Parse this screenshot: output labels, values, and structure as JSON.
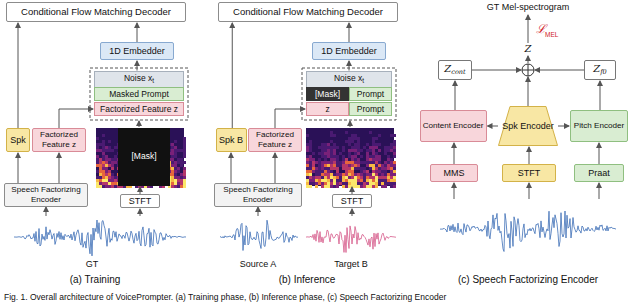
{
  "diagram": {
    "caption": "Fig. 1. Overall architecture of VoicePrompter. (a) Training phase, (b) Inference phase, (c) Speech Factorizing Encoder",
    "nodes": [
      {
        "text": [
          "Conditional Flow Matching Decoder"
        ]
      },
      {
        "text": [
          "1D Embedder"
        ]
      },
      {
        "text": [
          "Noise x",
          "t"
        ]
      },
      {
        "text": [
          "Masked Prompt"
        ]
      },
      {
        "text": [
          "Factorized Feature z"
        ]
      },
      {
        "text": [
          "Spk"
        ]
      },
      {
        "text": [
          "Factorized Feature z"
        ]
      },
      {
        "text": [
          "Speech Factorizing Encoder"
        ]
      },
      {
        "text": [
          "STFT"
        ]
      },
      {
        "text": [
          "Conditional Flow Matching Decoder"
        ]
      },
      {
        "text": [
          "1D Embedder"
        ]
      },
      {
        "text": [
          "Noise x",
          "t"
        ]
      },
      {
        "text": [
          "[Mask]"
        ]
      },
      {
        "text": [
          "Prompt"
        ]
      },
      {
        "text": [
          "z"
        ]
      },
      {
        "text": [
          "Prompt"
        ]
      },
      {
        "text": [
          "Spk B"
        ]
      },
      {
        "text": [
          "Factorized Feature z"
        ]
      },
      {
        "text": [
          "Speech Factorizing Encoder"
        ]
      },
      {
        "text": [
          "STFT"
        ]
      },
      {
        "text": [
          "Z",
          "cont"
        ]
      },
      {
        "text": [
          "Z",
          "f0"
        ]
      },
      {
        "text": [
          "Content Encoder"
        ]
      },
      {
        "text": [
          "Spk Encoder"
        ]
      },
      {
        "text": [
          "Pitch Encoder"
        ]
      },
      {
        "text": [
          "MMS"
        ]
      },
      {
        "text": [
          "STFT"
        ]
      },
      {
        "text": [
          "Praat"
        ]
      }
    ],
    "edges": [
      {
        "from": 5,
        "to": 0,
        "arrow": "to"
      },
      {
        "from": 1,
        "to": 0,
        "arrow": "to"
      },
      {
        "from": 2,
        "to": 1,
        "arrow": "to"
      },
      {
        "from": 6,
        "to": 4,
        "arrow": "to"
      },
      {
        "from": 7,
        "to": 5,
        "arrow": "to"
      },
      {
        "from": 7,
        "to": 6,
        "arrow": "to"
      },
      {
        "from": 16,
        "to": 9,
        "arrow": "to"
      },
      {
        "from": 10,
        "to": 9,
        "arrow": "to"
      },
      {
        "from": 11,
        "to": 10,
        "arrow": "to"
      },
      {
        "from": 17,
        "to": 14,
        "arrow": "to"
      },
      {
        "from": 18,
        "to": 16,
        "arrow": "to"
      },
      {
        "from": 18,
        "to": 17,
        "arrow": "to"
      },
      {
        "from": 22,
        "to": 20,
        "arrow": "to"
      },
      {
        "from": 24,
        "to": 21,
        "arrow": "to"
      },
      {
        "from": 23,
        "to": 22,
        "arrow": "to"
      },
      {
        "from": 23,
        "to": 24,
        "arrow": "to"
      },
      {
        "from": 25,
        "to": 22,
        "arrow": "to"
      },
      {
        "from": 26,
        "to": 23,
        "arrow": "to"
      },
      {
        "from": 27,
        "to": 24,
        "arrow": "to"
      }
    ],
    "labels": [
      "[Mask]",
      "GT",
      "(a) Training",
      "Source A",
      "Target B",
      "(b) Inference",
      "GT Mel-spectrogram",
      "ℒ",
      "MEL",
      "Z",
      "(c) Speech Factorizing Encoder"
    ]
  }
}
